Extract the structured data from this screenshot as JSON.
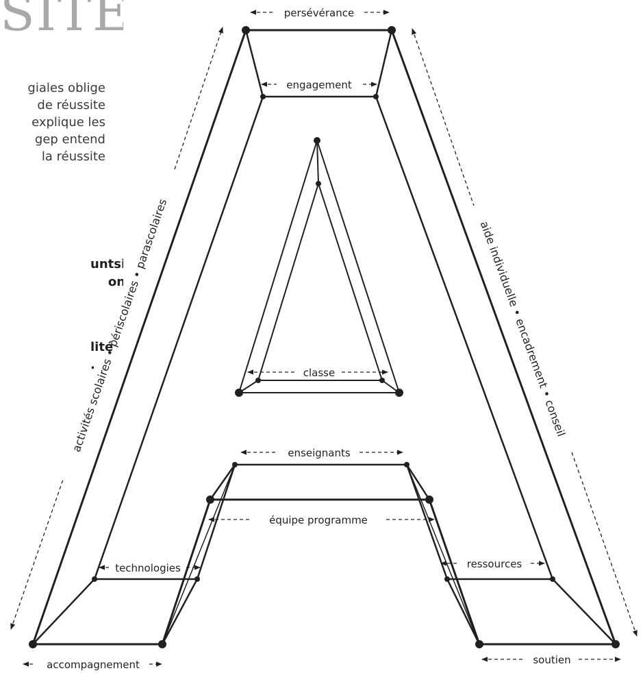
{
  "left_text": {
    "title_fragment": "SITE",
    "paragraph": [
      "giales oblige",
      "de réussite",
      "explique les",
      "gep entend",
      "la réussite"
    ],
    "bold_block_1": [
      "untsic",
      "ons"
    ],
    "bold_block_2": [
      "lité",
      "."
    ]
  },
  "diagram": {
    "labels": {
      "top_outer": "persévérance",
      "top_inner": "engagement",
      "inner_triangle": "classe",
      "crossbar_top": "enseignants",
      "crossbar_bottom": "équipe programme",
      "left_leg_upper": "technologies",
      "left_leg_bottom": "accompagnement",
      "right_leg_upper": "ressources",
      "right_leg_bottom": "soutien"
    },
    "left_side": {
      "items": [
        "activités scolaires",
        "périscolaires",
        "parascolaires"
      ],
      "separator": "•"
    },
    "right_side": {
      "items": [
        "aide individuelle",
        "encadrement",
        "conseil"
      ],
      "separator": "•"
    },
    "colors": {
      "line": "#231f20",
      "dash": "#231f20",
      "node": "#231f20"
    }
  }
}
